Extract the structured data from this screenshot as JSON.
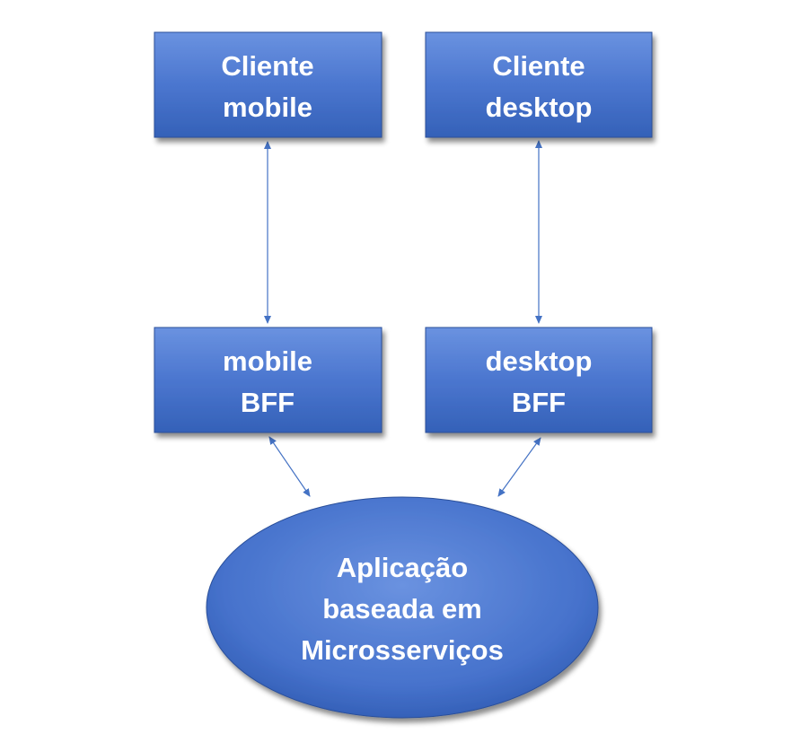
{
  "diagram": {
    "nodes": {
      "client_mobile": {
        "line1": "Cliente",
        "line2": "mobile"
      },
      "client_desktop": {
        "line1": "Cliente",
        "line2": "desktop"
      },
      "bff_mobile": {
        "line1": "mobile",
        "line2": "BFF"
      },
      "bff_desktop": {
        "line1": "desktop",
        "line2": "BFF"
      },
      "app": {
        "line1": "Aplicação",
        "line2": "baseada em",
        "line3": "Microsserviços"
      }
    },
    "colors": {
      "box_fill_top": "#5b84d6",
      "box_fill_bottom": "#3461b8",
      "box_edge": "#2a4f9a",
      "arrow": "#4472c4",
      "text": "#ffffff"
    }
  }
}
